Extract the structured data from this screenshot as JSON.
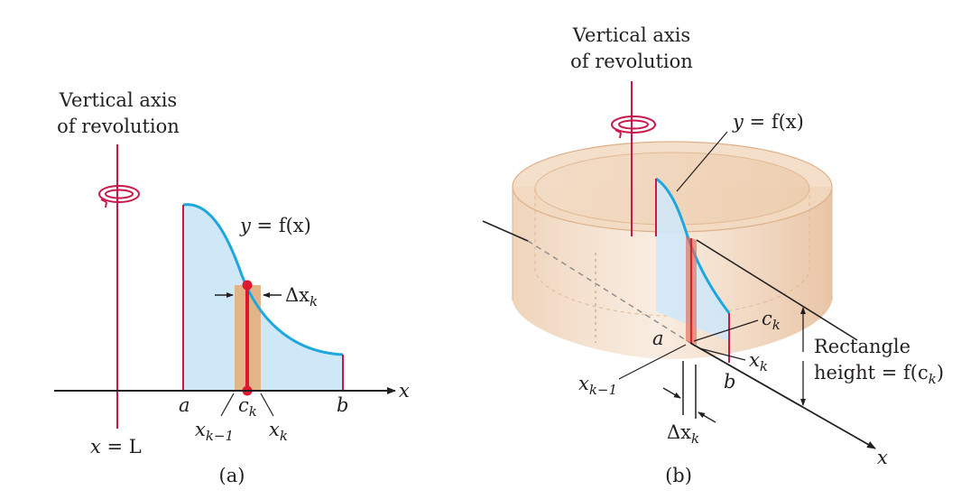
{
  "panel_a": {
    "axis_title_line1": "Vertical axis",
    "axis_title_line2": "of revolution",
    "curve_y": "y",
    "curve_eq": " = f(x)",
    "delta_x": "Δx",
    "delta_sub": "k",
    "x_axis": "x",
    "a": "a",
    "b": "b",
    "c": "c",
    "c_sub": "k",
    "xk1": "x",
    "xk1_sub": "k−1",
    "xk": "x",
    "xk_sub": "k",
    "axis_line_x": "x",
    "axis_line_eq": " = L",
    "caption": "(a)"
  },
  "panel_b": {
    "axis_title_line1": "Vertical axis",
    "axis_title_line2": "of revolution",
    "curve_y": "y",
    "curve_eq": " = f(x)",
    "c": "c",
    "c_sub": "k",
    "a": "a",
    "xk": "x",
    "xk_sub": "k",
    "xk1": "x",
    "xk1_sub": "k−1",
    "b": "b",
    "delta_x": "Δx",
    "delta_sub": "k",
    "rect_line1": "Rectangle",
    "rect_line2": "height = f(c",
    "rect_sub": "k",
    "rect_close": ")",
    "x_axis": "x",
    "caption": "(b)"
  },
  "colors": {
    "axis_red": "#c8194b",
    "curve_blue": "#1ea7df",
    "fill_blue": "#cfe8f7",
    "strip_tan": "#e3b488",
    "shell_tan": "#ecc9a8",
    "text": "#231f20"
  }
}
